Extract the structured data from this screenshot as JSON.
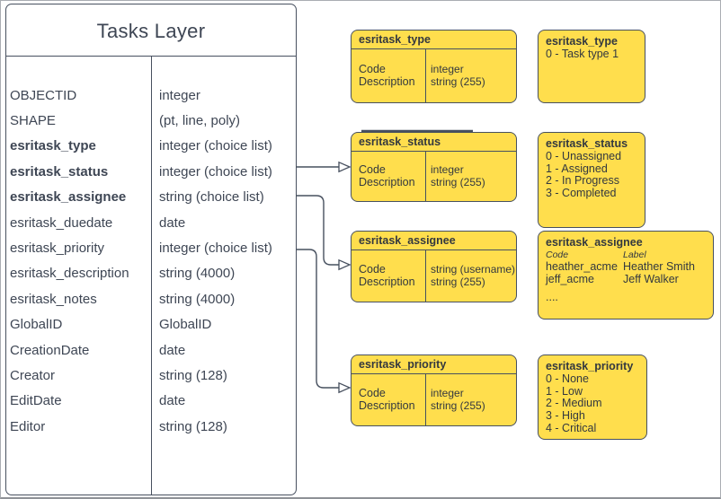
{
  "colors": {
    "shape_fill_yellow": "#FFDE4D",
    "stroke_dark": "#47505F",
    "text_dark": "#3E4654"
  },
  "main_table": {
    "title": "Tasks Layer",
    "rows": [
      {
        "name": "OBJECTID",
        "type": "integer",
        "bold": false
      },
      {
        "name": "SHAPE",
        "type": "(pt, line, poly)",
        "bold": false
      },
      {
        "name": "esritask_type",
        "type": "integer (choice list)",
        "bold": true
      },
      {
        "name": "esritask_status",
        "type": "integer (choice list)",
        "bold": true
      },
      {
        "name": "esritask_assignee",
        "type": "string (choice list)",
        "bold": true
      },
      {
        "name": "esritask_duedate",
        "type": "date",
        "bold": false
      },
      {
        "name": "esritask_priority",
        "type": "integer (choice list)",
        "bold": false
      },
      {
        "name": "esritask_description",
        "type": "string (4000)",
        "bold": false
      },
      {
        "name": "esritask_notes",
        "type": "string (4000)",
        "bold": false
      },
      {
        "name": "GlobalID",
        "type": "GlobalID",
        "bold": false
      },
      {
        "name": "CreationDate",
        "type": "date",
        "bold": false
      },
      {
        "name": "Creator",
        "type": "string (128)",
        "bold": false
      },
      {
        "name": "EditDate",
        "type": "date",
        "bold": false
      },
      {
        "name": "Editor",
        "type": "string (128)",
        "bold": false
      }
    ]
  },
  "schema_boxes": [
    {
      "title": "esritask_type",
      "fields": [
        "Code",
        "Description"
      ],
      "types": [
        "integer",
        "string (255)"
      ]
    },
    {
      "title": "esritask_status",
      "fields": [
        "Code",
        "Description"
      ],
      "types": [
        "integer",
        "string (255)"
      ]
    },
    {
      "title": "esritask_assignee",
      "fields": [
        "Code",
        "Description"
      ],
      "types": [
        "string (username)",
        "string (255)"
      ]
    },
    {
      "title": "esritask_priority",
      "fields": [
        "Code",
        "Description"
      ],
      "types": [
        "integer",
        "string (255)"
      ]
    }
  ],
  "value_boxes": [
    {
      "title": "esritask_type",
      "lines": [
        "0 - Task type 1"
      ]
    },
    {
      "title": "esritask_status",
      "lines": [
        "0 - Unassigned",
        "1 - Assigned",
        "2 - In Progress",
        "3 - Completed"
      ]
    },
    {
      "title": "esritask_assignee",
      "columns": [
        "Code",
        "Label"
      ],
      "rows": [
        [
          "heather_acme",
          "Heather Smith"
        ],
        [
          "jeff_acme",
          "Jeff Walker"
        ],
        [
          "....",
          ""
        ]
      ]
    },
    {
      "title": "esritask_priority",
      "lines": [
        "0 - None",
        "1 - Low",
        "2 - Medium",
        "3 - High",
        "4 - Critical"
      ]
    }
  ]
}
